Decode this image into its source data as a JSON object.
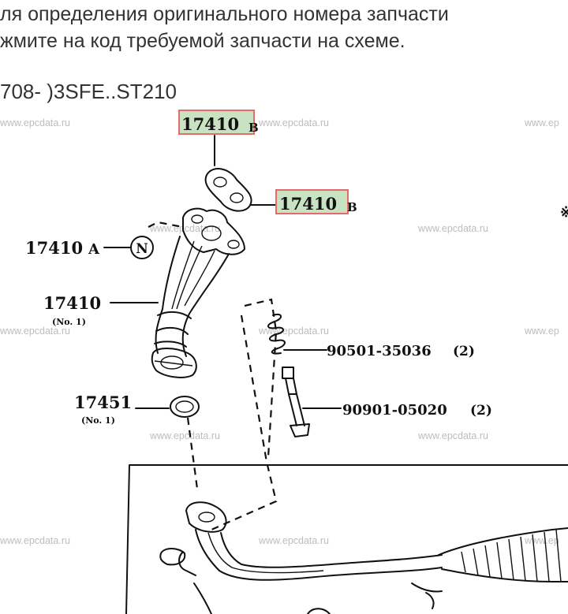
{
  "instructions": {
    "line1": "ля определения оригинального номера запчасти",
    "line2": "жмите на код требуемой запчасти на схеме."
  },
  "model_range": "708- )3SFE..ST210",
  "watermark": "www.epcdata.ru",
  "watermark_partial": "www.ep",
  "callouts": {
    "gasket_top": {
      "code": "17410",
      "suffix": "B"
    },
    "gasket_mid": {
      "code": "17410",
      "suffix": "B"
    },
    "pipe_a": {
      "code": "17410",
      "suffix": "A",
      "symbol": "N"
    },
    "pipe_main": {
      "code": "17410",
      "note": "(No. 1)"
    },
    "gasket_ring": {
      "code": "17451",
      "note": "(No. 1)"
    },
    "spring": {
      "code": "90501-35036",
      "qty": "(2)"
    },
    "bolt": {
      "code": "90901-05020",
      "qty": "(2)"
    },
    "note_mark": "※"
  },
  "colors": {
    "highlight_fill": "#c9e3c2",
    "highlight_border": "#e66a6a",
    "watermark": "#bdbdbd"
  }
}
